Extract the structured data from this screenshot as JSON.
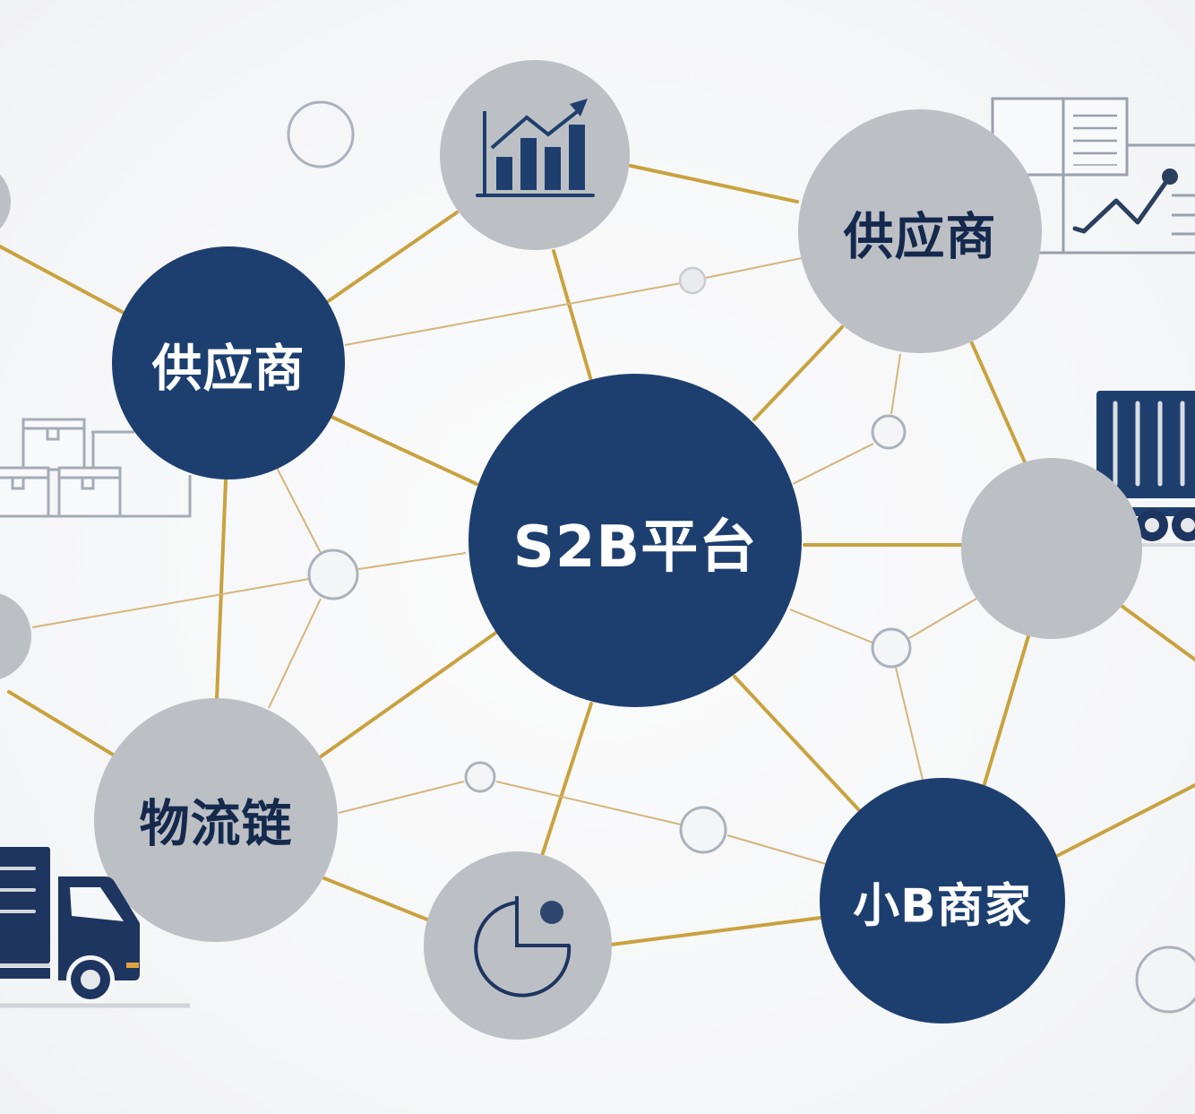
{
  "diagram": {
    "title": "S2B平台 network diagram",
    "colors": {
      "background": "#f6f7f8",
      "navy": "#1d3f70",
      "gray_node": "#bcc0c5",
      "gold_line": "#c9a23f",
      "small_node_stroke": "#aab2bd",
      "icon_dark": "#1e3560"
    },
    "nodes": {
      "center": {
        "label": "S2B平台",
        "style": "navy"
      },
      "supplier_left": {
        "label": "供应商",
        "style": "navy"
      },
      "supplier_right": {
        "label": "供应商",
        "style": "gray"
      },
      "logistics": {
        "label": "物流链",
        "style": "gray"
      },
      "merchant": {
        "label": "小B商家",
        "style": "navy"
      },
      "analytics": {
        "label": "",
        "icon": "bar-chart-trend-icon",
        "style": "gray"
      },
      "pie": {
        "label": "",
        "icon": "pie-chart-icon",
        "style": "gray"
      },
      "right_blank": {
        "label": "",
        "style": "gray"
      }
    },
    "decorations": [
      {
        "icon": "dashboard-document-icon",
        "position": "top-right"
      },
      {
        "icon": "shipping-container-truck-icon",
        "position": "right"
      },
      {
        "icon": "stacked-boxes-icon",
        "position": "left"
      },
      {
        "icon": "delivery-truck-icon",
        "position": "bottom-left"
      }
    ]
  }
}
